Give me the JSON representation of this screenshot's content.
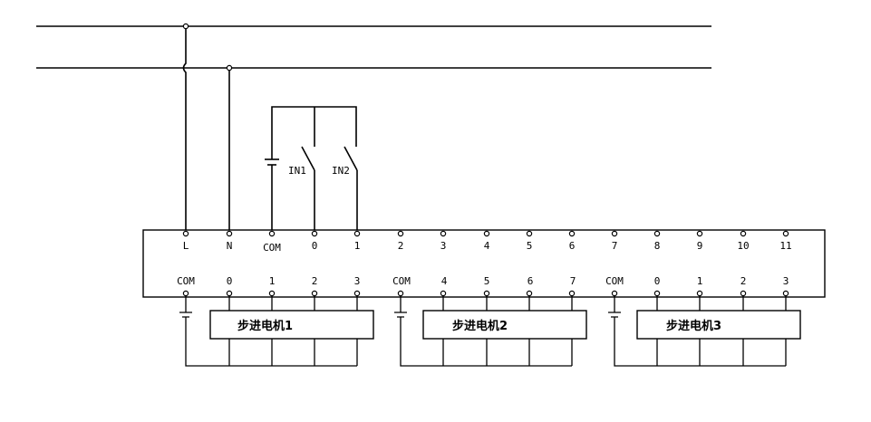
{
  "top_labels": [
    "L",
    "N",
    "COM",
    "0",
    "1",
    "2",
    "3",
    "4",
    "5",
    "6",
    "7",
    "8",
    "9",
    "10",
    "11"
  ],
  "bottom_labels": [
    "COM",
    "0",
    "1",
    "2",
    "3",
    "COM",
    "4",
    "5",
    "6",
    "7",
    "COM",
    "0",
    "1",
    "2",
    "3"
  ],
  "switches": [
    "IN1",
    "IN2"
  ],
  "motors": [
    "步进电机1",
    "步进电机2",
    "步进电机3"
  ]
}
